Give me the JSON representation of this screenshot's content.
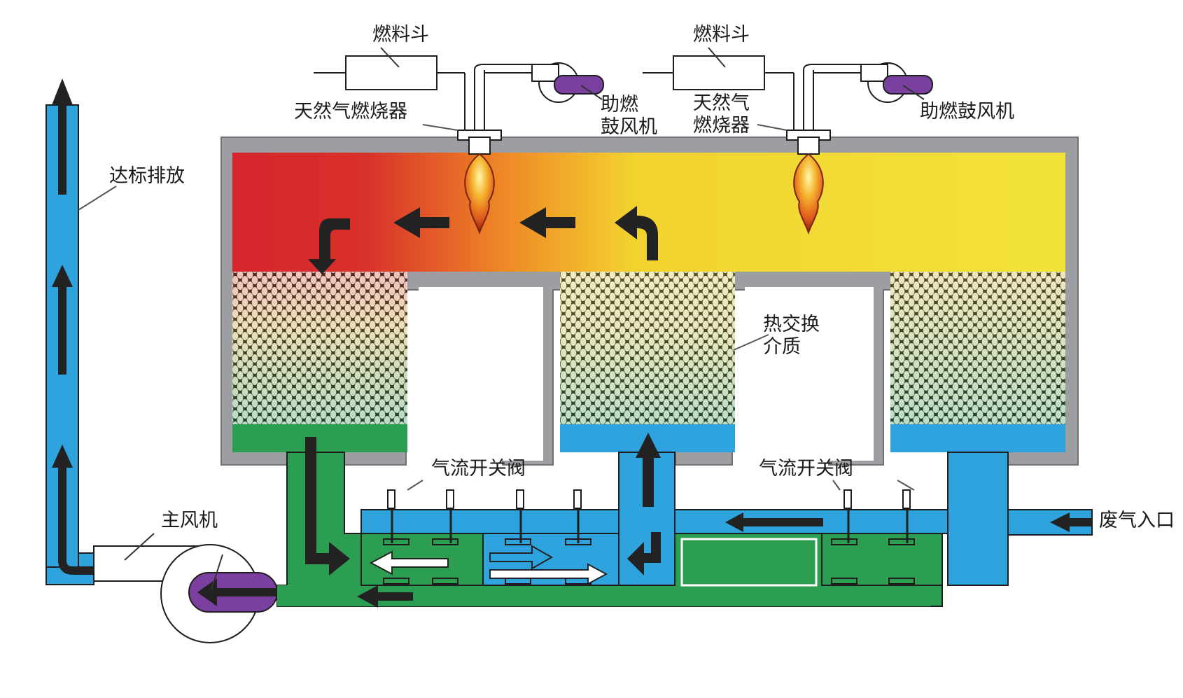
{
  "title": "Regenerative Thermal Oxidizer (RTO) schematic",
  "labels": {
    "fuel_hopper_left": "燃料斗",
    "fuel_hopper_right": "燃料斗",
    "burner_left": "天然气燃烧器",
    "burner_right_line1": "天然气",
    "burner_right_line2": "燃烧器",
    "blower_left_line1": "助燃",
    "blower_left_line2": "鼓风机",
    "blower_right": "助燃鼓风机",
    "exhaust": "达标排放",
    "heat_media_line1": "热交换",
    "heat_media_line2": "介质",
    "valve_left": "气流开关阀",
    "valve_right": "气流开关阀",
    "main_fan": "主风机",
    "inlet": "废气入口"
  },
  "colors": {
    "hot": "#d6262c",
    "warm": "#f0a020",
    "cool_chamber": "#f2e33a",
    "wall": "#9c9ea1",
    "clean_gas": "#2ea3dd",
    "treated_gas": "#2c9e52",
    "fan": "#7b3fa0",
    "arrow": "#222222"
  }
}
